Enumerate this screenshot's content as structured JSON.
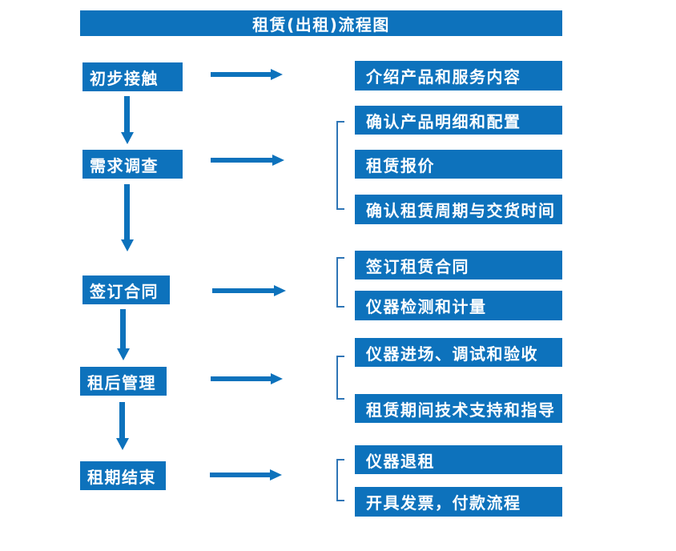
{
  "title": "租赁(出租)流程图",
  "colors": {
    "primary_blue": "#0D72BC",
    "bracket_blue": "#2E75B6",
    "text_white": "#FFFFFF",
    "background": "#FFFFFF"
  },
  "steps": [
    {
      "label": "初步接触",
      "details": [
        "介绍产品和服务内容"
      ]
    },
    {
      "label": "需求调查",
      "details": [
        "确认产品明细和配置",
        "租赁报价",
        "确认租赁周期与交货时间"
      ]
    },
    {
      "label": "签订合同",
      "details": [
        "签订租赁合同",
        "仪器检测和计量"
      ]
    },
    {
      "label": "租后管理",
      "details": [
        "仪器进场、调试和验收",
        "租赁期间技术支持和指导"
      ]
    },
    {
      "label": "租期结束",
      "details": [
        "仪器退租",
        "开具发票，付款流程"
      ]
    }
  ]
}
